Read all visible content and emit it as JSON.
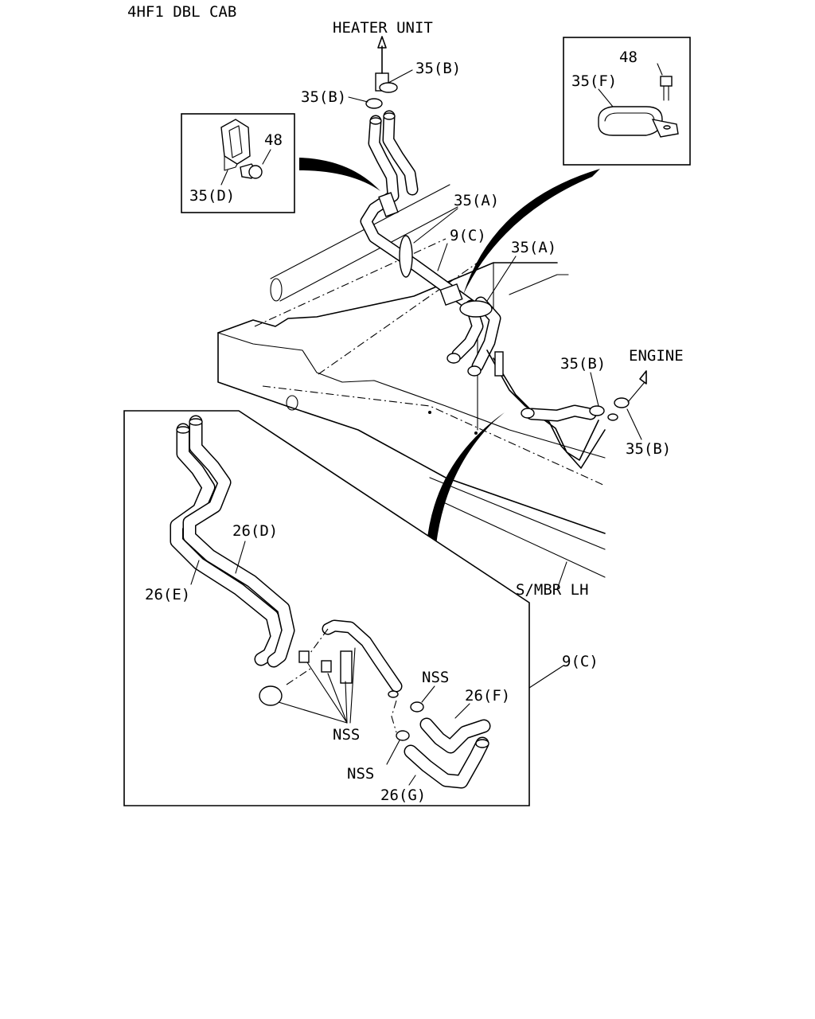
{
  "title": "4HF1 DBL CAB",
  "directions": {
    "heater_unit": "HEATER UNIT",
    "engine": "ENGINE"
  },
  "frame_label": "S/MBR LH",
  "callouts": {
    "clip_35b_top_right": "35(B)",
    "clip_35b_top_left": "35(B)",
    "clip_35a_upper": "35(A)",
    "pipe_9c_main": "9(C)",
    "clip_35a_lower": "35(A)",
    "clip_35b_engine_upper": "35(B)",
    "clip_35b_engine_lower": "35(B)",
    "inset_d_bolt": "48",
    "inset_d_clip": "35(D)",
    "inset_f_bolt": "48",
    "inset_f_clip": "35(F)"
  },
  "detail": {
    "hose_26d": "26(D)",
    "hose_26e": "26(E)",
    "pipe_9c": "9(C)",
    "nss_upper": "NSS",
    "hose_26f": "26(F)",
    "nss_cluster": "NSS",
    "nss_lower": "NSS",
    "hose_26g": "26(G)"
  },
  "colors": {
    "line": "#000000",
    "background": "#ffffff"
  }
}
